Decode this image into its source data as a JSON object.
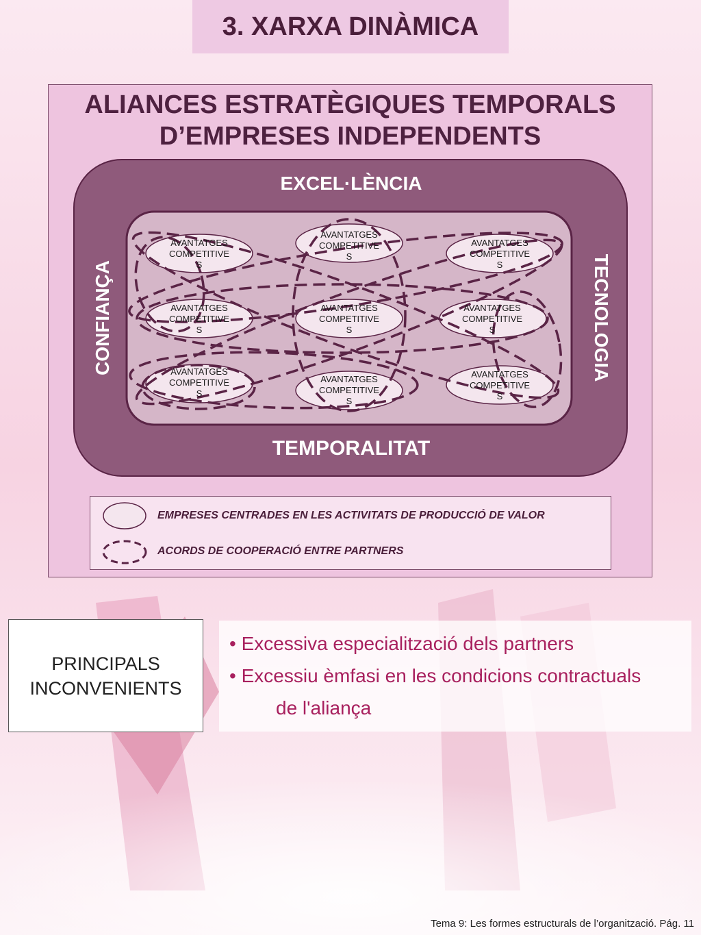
{
  "colors": {
    "title_bg": "#eec9e3",
    "panel_bg": "#eec4df",
    "outer_frame": "#8f5a7b",
    "inner_frame": "#d5b6c8",
    "dark_line": "#5a2446",
    "bullet_text": "#a8205e"
  },
  "header": {
    "title": "3. XARXA DINÀMICA"
  },
  "panel": {
    "title_line1": "ALIANCES ESTRATÈGIQUES TEMPORALS",
    "title_line2": "D’EMPRESES INDEPENDENTS"
  },
  "frame": {
    "top": "EXCEL·LÈNCIA",
    "bottom": "TEMPORALITAT",
    "left": "CONFIANÇA",
    "right": "TECNOLOGIA"
  },
  "nodes": [
    {
      "l1": "AVANTATGES",
      "l2": "COMPETITIVE",
      "l3": "S"
    },
    {
      "l1": "AVANTATGES",
      "l2": "COMPETITIVE",
      "l3": "S"
    },
    {
      "l1": "AVANTATGES",
      "l2": "COMPETITIVE",
      "l3": "S"
    },
    {
      "l1": "AVANTATGES",
      "l2": "COMPETITIVE",
      "l3": "S"
    },
    {
      "l1": "AVANTATGES",
      "l2": "COMPETITIVE",
      "l3": "S"
    },
    {
      "l1": "AVANTATGES",
      "l2": "COMPETITIVE",
      "l3": "S"
    },
    {
      "l1": "AVANTATGES",
      "l2": "COMPETITIVE",
      "l3": "S"
    },
    {
      "l1": "AVANTATGES",
      "l2": "COMPETITIVE",
      "l3": "S"
    },
    {
      "l1": "AVANTATGES",
      "l2": "COMPETITIVE",
      "l3": "S"
    }
  ],
  "legend": {
    "solid": "EMPRESES CENTRADES EN  LES ACTIVITATS DE PRODUCCIÓ DE VALOR",
    "dashed": "ACORDS DE COOPERACIÓ ENTRE PARTNERS"
  },
  "inconvenients": {
    "label_line1": "PRINCIPALS",
    "label_line2": "INCONVENIENTS",
    "bullets": [
      "Excessiva especialització dels partners",
      "Excessiu èmfasi en les condicions contractuals",
      "de l'aliança"
    ]
  },
  "footer": "Tema 9: Les formes estructurals de l’organització. Pág. 11"
}
